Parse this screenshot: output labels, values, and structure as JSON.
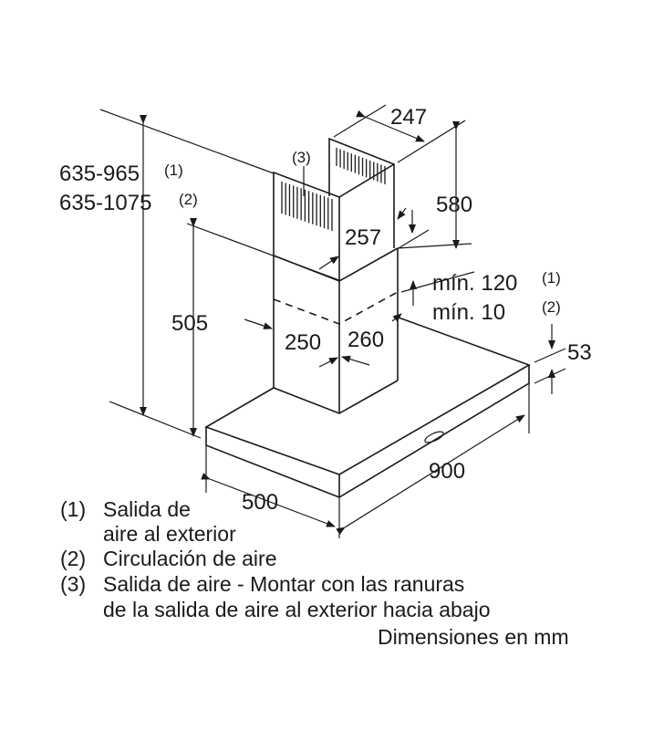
{
  "dimensions": {
    "width_chimney_top": "247",
    "chimney_upper_height": "580",
    "chimney_upper_depth": "257",
    "total_height_1": "635-965",
    "total_height_1_note": "(1)",
    "total_height_2": "635-1075",
    "total_height_2_note": "(2)",
    "height_505": "505",
    "chimney_width": "250",
    "chimney_depth": "260",
    "min_120": "mín. 120",
    "min_120_note": "(1)",
    "min_10": "mín. 10",
    "min_10_note": "(2)",
    "hood_thickness": "53",
    "hood_width": "900",
    "hood_depth": "500",
    "vent_note": "(3)"
  },
  "legend": [
    {
      "num": "(1)",
      "lines": [
        "Salida de",
        "aire al exterior"
      ]
    },
    {
      "num": "(2)",
      "lines": [
        "Circulación de aire"
      ]
    },
    {
      "num": "(3)",
      "lines": [
        "Salida de aire - Montar con las ranuras",
        "de la salida de aire al exterior hacia abajo"
      ]
    }
  ],
  "units_note": "Dimensiones en mm"
}
